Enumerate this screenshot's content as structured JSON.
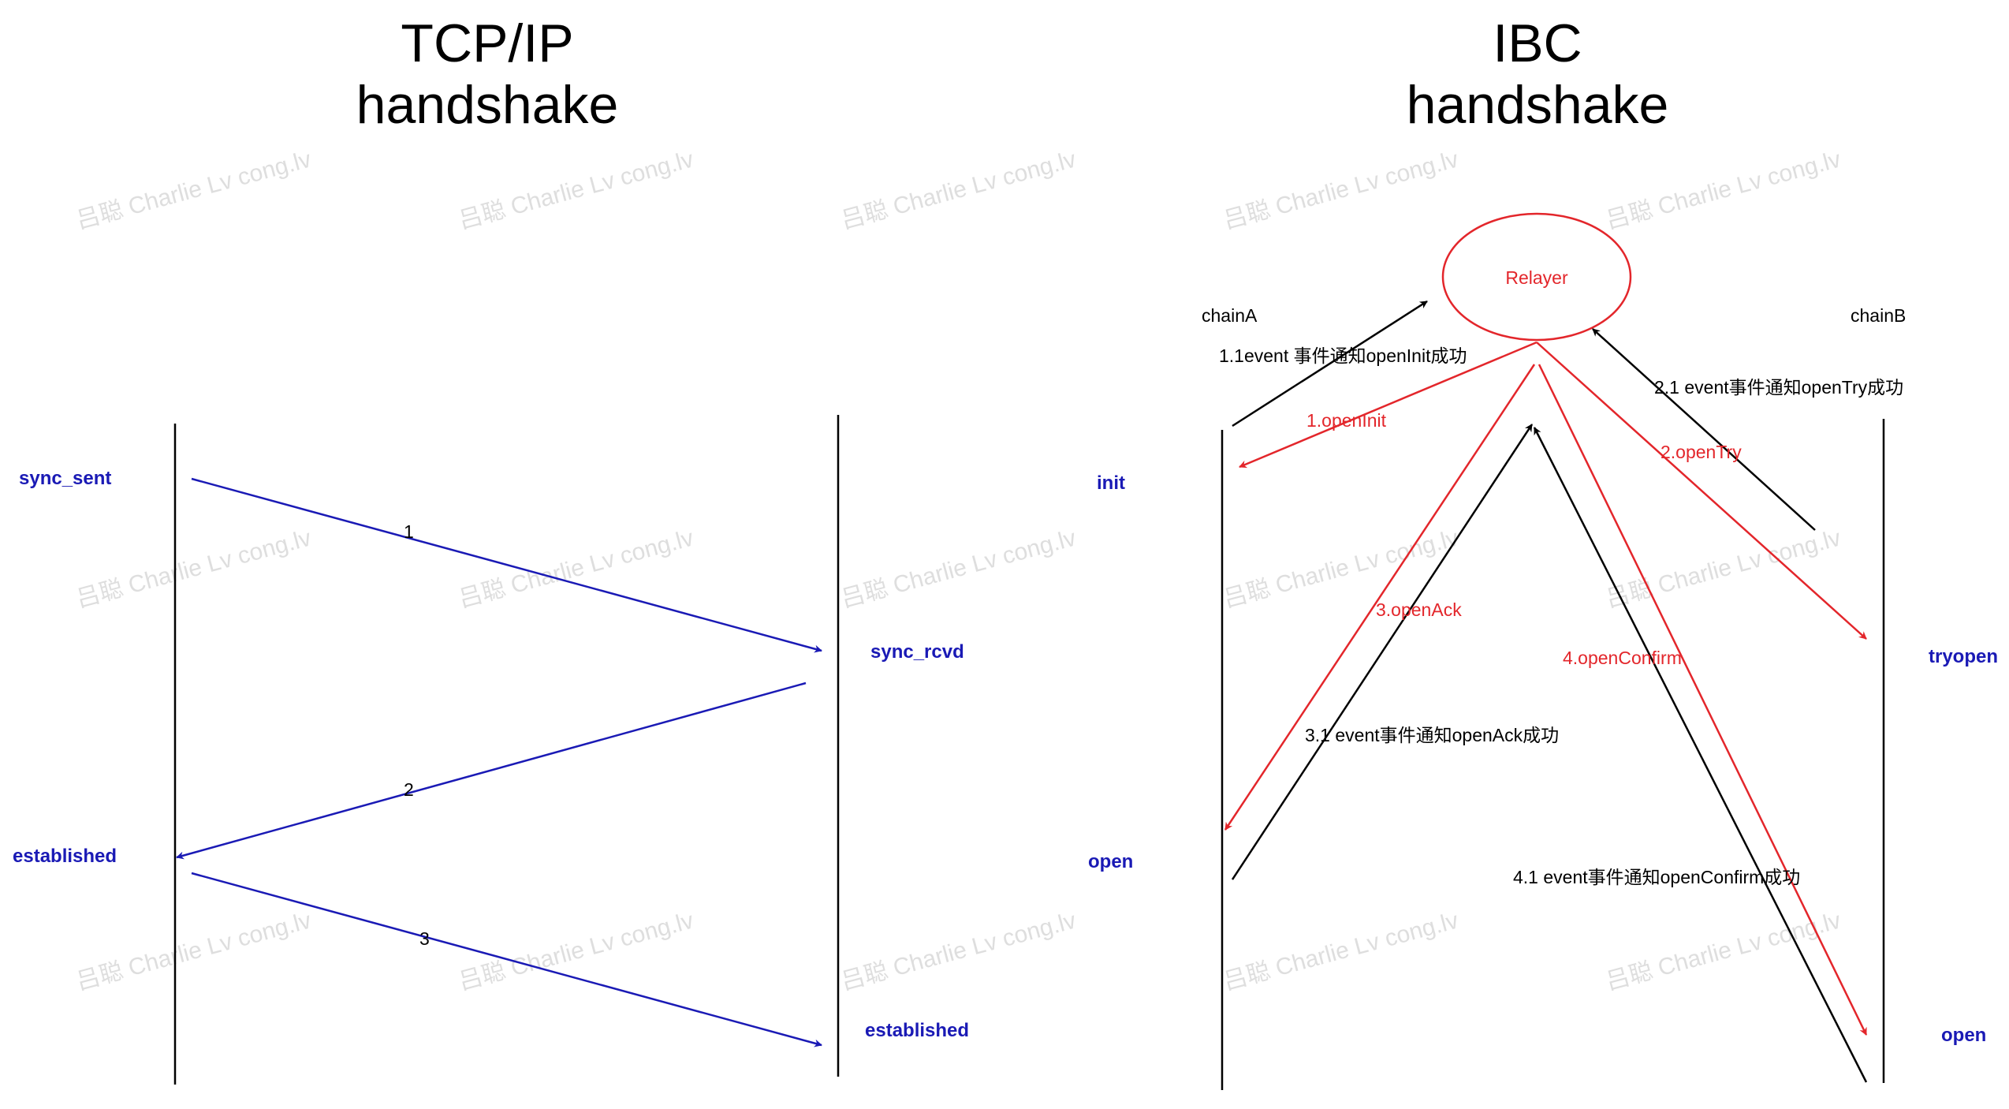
{
  "colors": {
    "tcp_arrow": "#1a1ab5",
    "state_text": "#1a1ab5",
    "ibc_request": "#e3262b",
    "ibc_event": "#000000",
    "relayer": "#e3262b"
  },
  "tcp": {
    "title_line1": "TCP/IP",
    "title_line2": "handshake",
    "left_states": [
      "sync_sent",
      "established"
    ],
    "right_states": [
      "sync_rcvd",
      "established"
    ],
    "steps": [
      "1",
      "2",
      "3"
    ]
  },
  "ibc": {
    "title_line1": "IBC",
    "title_line2": "handshake",
    "relayer": "Relayer",
    "chain_a": "chainA",
    "chain_b": "chainB",
    "left_states": [
      "init",
      "open"
    ],
    "right_states": [
      "tryopen",
      "open"
    ],
    "requests": [
      "1.openInit",
      "2.openTry",
      "3.openAck",
      "4.openConfirm"
    ],
    "events": [
      "1.1event 事件通知openInit成功",
      "2.1 event事件通知openTry成功",
      "3.1 event事件通知openAck成功",
      "4.1 event事件通知openConfirm成功"
    ]
  },
  "watermark": "吕聪 Charlie Lv cong.lv"
}
